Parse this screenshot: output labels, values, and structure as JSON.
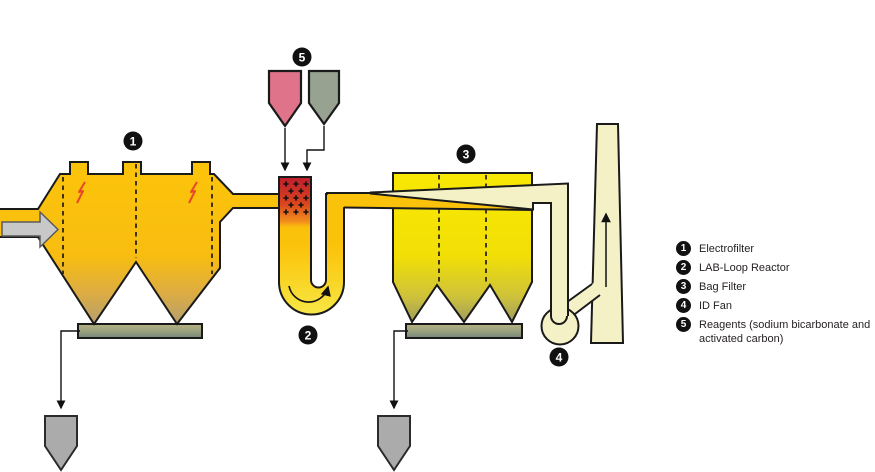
{
  "legend": {
    "items": [
      {
        "num": "1",
        "label": "Electrofilter"
      },
      {
        "num": "2",
        "label": "LAB-Loop Reactor"
      },
      {
        "num": "3",
        "label": "Bag Filter"
      },
      {
        "num": "4",
        "label": "ID Fan"
      },
      {
        "num": "5",
        "label": "Reagents (sodium bicarbonate and\nactivated carbon)"
      }
    ]
  },
  "colors": {
    "vessel_yellow": "#FCC30B",
    "bagfilter_yellow": "#F6E402",
    "clean_gas_cream": "#F5F1C6",
    "reactor_red": "#BE1E2D",
    "reagent_pink": "#DF7389",
    "reagent_green_gray": "#97A291",
    "ash_gray": "#ABABAB",
    "inlet_arrow_gray": "#C8C8C8",
    "hopper_base_olive": "#9AA37E",
    "lightning_red": "#E8472B",
    "badge_black": "#111111",
    "outline_black": "#1A1A1A"
  },
  "icons": {
    "inlet-flow": "block-arrow-right",
    "electrode": "lightning-zigzag",
    "reagent-feed": "arrow-down",
    "gas-recirculation": "curved-arrow",
    "ash-discharge": "arrow-down",
    "stack-outlet": "arrow-up"
  }
}
